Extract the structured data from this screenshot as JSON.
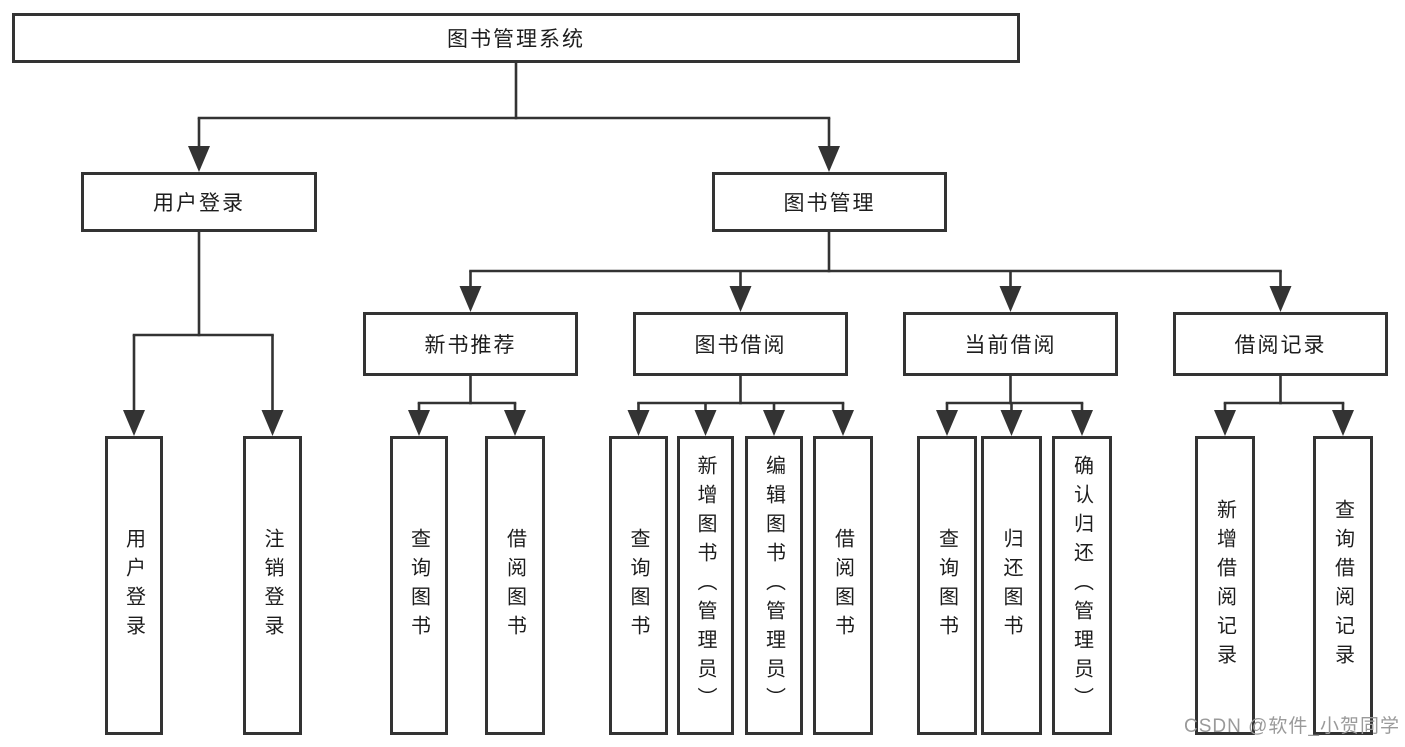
{
  "tree": {
    "root": {
      "label": "图书管理系统"
    },
    "level2": [
      {
        "label": "用户登录",
        "children": [
          {
            "label": "用户登录"
          },
          {
            "label": "注销登录"
          }
        ]
      },
      {
        "label": "图书管理",
        "children": [
          {
            "label": "新书推荐",
            "children": [
              {
                "label": "查询图书"
              },
              {
                "label": "借阅图书"
              }
            ]
          },
          {
            "label": "图书借阅",
            "children": [
              {
                "label": "查询图书"
              },
              {
                "label": "新增图书（管理员）"
              },
              {
                "label": "编辑图书（管理员）"
              },
              {
                "label": "借阅图书"
              }
            ]
          },
          {
            "label": "当前借阅",
            "children": [
              {
                "label": "查询图书"
              },
              {
                "label": "归还图书"
              },
              {
                "label": "确认归还（管理员）"
              }
            ]
          },
          {
            "label": "借阅记录",
            "children": [
              {
                "label": "新增借阅记录"
              },
              {
                "label": "查询借阅记录"
              }
            ]
          }
        ]
      }
    ]
  },
  "watermark": {
    "text": "CSDN @软件_小贺同学",
    "color": "#9a9a9a"
  },
  "colors": {
    "line": "#333333",
    "box_border": "#333333",
    "text": "#1d1d1d",
    "background": "#ffffff"
  }
}
